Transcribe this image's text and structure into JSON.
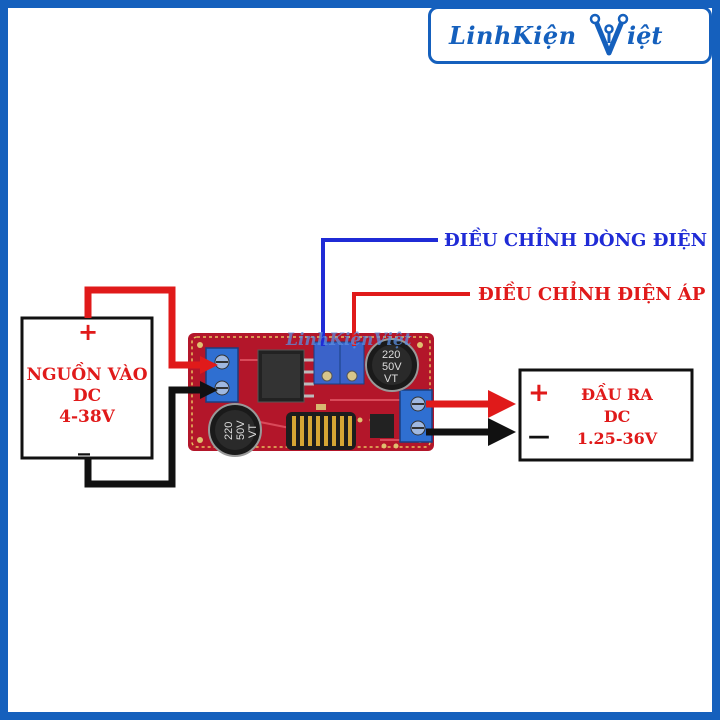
{
  "brand": {
    "name_part1": "LinhKiện",
    "name_part2": "iệt",
    "color": "#1560bd"
  },
  "labels": {
    "adjust_current": "ĐIỀU CHỈNH DÒNG ĐIỆN",
    "adjust_voltage": "ĐIỀU CHỈNH ĐIỆN ÁP"
  },
  "input_box": {
    "plus": "+",
    "minus": "_",
    "line1": "NGUỒN VÀO",
    "line2": "DC",
    "line3": "4-38V"
  },
  "output_box": {
    "plus": "+",
    "minus": "—",
    "line1": "ĐẦU RA",
    "line2": "DC",
    "line3": "1.25-36V"
  },
  "capacitors": {
    "left": [
      "220",
      "50V",
      "VT"
    ],
    "right": [
      "220",
      "50V",
      "VT"
    ]
  },
  "watermark": "LinhKiệnViệt",
  "colors": {
    "frame": "#1560bd",
    "blue_wire": "#1f2bd6",
    "red_wire": "#e01a1a",
    "black_wire": "#111111",
    "pcb": "#b3162a",
    "terminal": "#2f6fd1"
  }
}
